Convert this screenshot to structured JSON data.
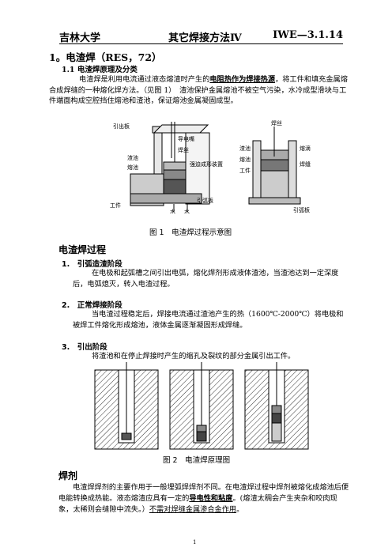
{
  "header": {
    "left": "吉林大学",
    "center": "其它焊接方法Ⅳ",
    "right": "IWE—3.1.14"
  },
  "title": "1。电渣焊（RES，72）",
  "section11": {
    "title": "1.1 电渣焊原理及分类"
  },
  "intro": {
    "part1": "电渣焊是利用电流通过液态熔渣时产生的",
    "emph": "电阻热作为焊接热源",
    "part2": "，将工件和填充金属熔合成焊缝的一种熔化焊方法。（见图 1）　渣池保护金属熔池不被空气污染，水冷成型滑块与工件端面构成空腔挡住熔池和渣池，保证熔池金属凝固成型。"
  },
  "fig1": {
    "caption": "图 1　电渣焊过程示意图",
    "labels_left": [
      "引出板",
      "导电嘴",
      "焊丝",
      "渣池",
      "熔池",
      "强迫成形装置",
      "工件",
      "引弧板",
      "水",
      "水"
    ],
    "labels_right": [
      "焊丝",
      "渣池",
      "熔池",
      "熔滴",
      "焊缝",
      "工件",
      "引弧板"
    ]
  },
  "process": {
    "heading": "电渣焊过程",
    "steps": [
      {
        "title": "1.　引弧造渣阶段",
        "text": "在电极和起弧槽之间引出电弧，熔化焊剂形成液体渣池，当渣池达到一定深度后，电弧熄灭，转入电渣过程。"
      },
      {
        "title": "2.　正常焊接阶段",
        "text": "当电渣过程稳定后，焊接电流通过渣池产生的热（1600℃-2000℃）将电极和被焊工件熔化形成熔池，液体金属逐渐凝固形成焊缝。"
      },
      {
        "title": "3.　引出阶段",
        "text": "将渣池和在停止焊接时产生的缩孔及裂纹的部分金属引出工件。"
      }
    ]
  },
  "fig2": {
    "caption": "图 2　电渣焊原理图"
  },
  "flux": {
    "heading": "焊剂",
    "part1": "电渣焊焊剂的主要作用于一般埋弧焊焊剂不同。在电渣焊过程中焊剂被熔化成熔池后便电能转换成热能。液态熔渣应具有一定的",
    "emph": "导电性和粘度",
    "part2": "。(熔渣太稠会产生夹杂和咬肉现象，太稀则会缝隙中流失。）",
    "underlined": "不需对焊缝金属渗合金作用",
    "end": "。"
  },
  "page_number": "1"
}
